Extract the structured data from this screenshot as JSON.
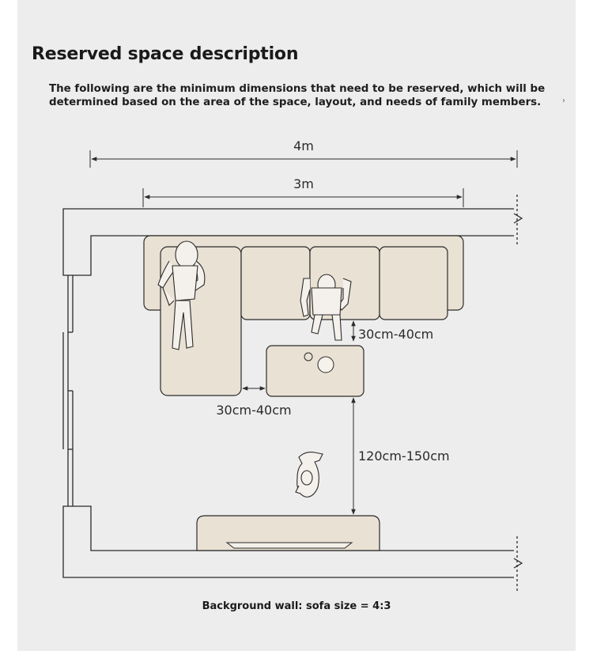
{
  "header": {
    "title": "Reserved space description",
    "description": "The following are the minimum dimensions that need to be reserved, which will be determined based on the area of the space, layout, and needs of family members."
  },
  "diagram": {
    "dim_total_width": "4m",
    "dim_sofa_width": "3m",
    "dim_sofa_to_table": "30cm-40cm",
    "dim_chaise_to_table": "30cm-40cm",
    "dim_table_to_tv": "120cm-150cm"
  },
  "caption": "Background wall: sofa size = 4:3",
  "colors": {
    "background": "#ededed",
    "furniture_fill": "#e9e1d3",
    "stroke": "#2b2b2b"
  }
}
